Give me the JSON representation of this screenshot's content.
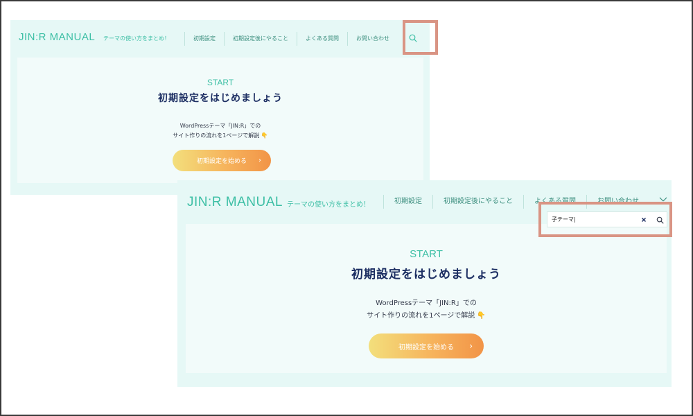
{
  "site": {
    "logo": "JIN:R MANUAL",
    "tagline": "テーマの使い方をまとめ！"
  },
  "nav": {
    "items": [
      {
        "label": "初期設定"
      },
      {
        "label": "初期設定後にやること"
      },
      {
        "label": "よくある質問"
      },
      {
        "label": "お問い合わせ"
      }
    ]
  },
  "hero": {
    "kicker": "START",
    "headline": "初期設定をはじめましょう",
    "desc_line1": "WordPressテーマ「JIN:R」での",
    "desc_line2": "サイト作りの流れを1ページで解説 👇",
    "cta_label": "初期設定を始める",
    "cta_chevron": "›"
  },
  "search": {
    "value": "子テーマ|",
    "clear_glyph": "×"
  },
  "colors": {
    "accent": "#3dbfa5",
    "background": "#e6f8f6",
    "highlight": "#d99484",
    "headline": "#1d2f63"
  },
  "icons": {
    "search": "search-icon",
    "close": "close-icon",
    "clear": "clear-icon",
    "chevron": "chevron-right-icon"
  }
}
